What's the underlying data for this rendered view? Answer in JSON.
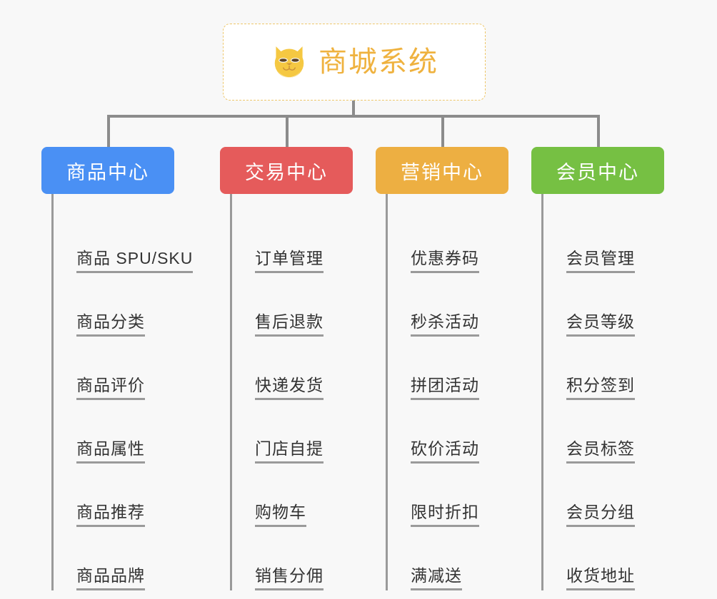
{
  "root": {
    "title": "商城系统",
    "icon": "shiba-dog-icon",
    "title_color": "#efb23f",
    "border_color": "#eec76b"
  },
  "connector_color": "#8c8c8c",
  "categories": [
    {
      "label": "商品中心",
      "color": "#4a90f4",
      "items": [
        "商品 SPU/SKU",
        "商品分类",
        "商品评价",
        "商品属性",
        "商品推荐",
        "商品品牌"
      ]
    },
    {
      "label": "交易中心",
      "color": "#e55b5b",
      "items": [
        "订单管理",
        "售后退款",
        "快递发货",
        "门店自提",
        "购物车",
        "销售分佣"
      ]
    },
    {
      "label": "营销中心",
      "color": "#edaf42",
      "items": [
        "优惠券码",
        "秒杀活动",
        "拼团活动",
        "砍价活动",
        "限时折扣",
        "满减送"
      ]
    },
    {
      "label": "会员中心",
      "color": "#76c043",
      "items": [
        "会员管理",
        "会员等级",
        "积分签到",
        "会员标签",
        "会员分组",
        "收货地址"
      ]
    }
  ]
}
